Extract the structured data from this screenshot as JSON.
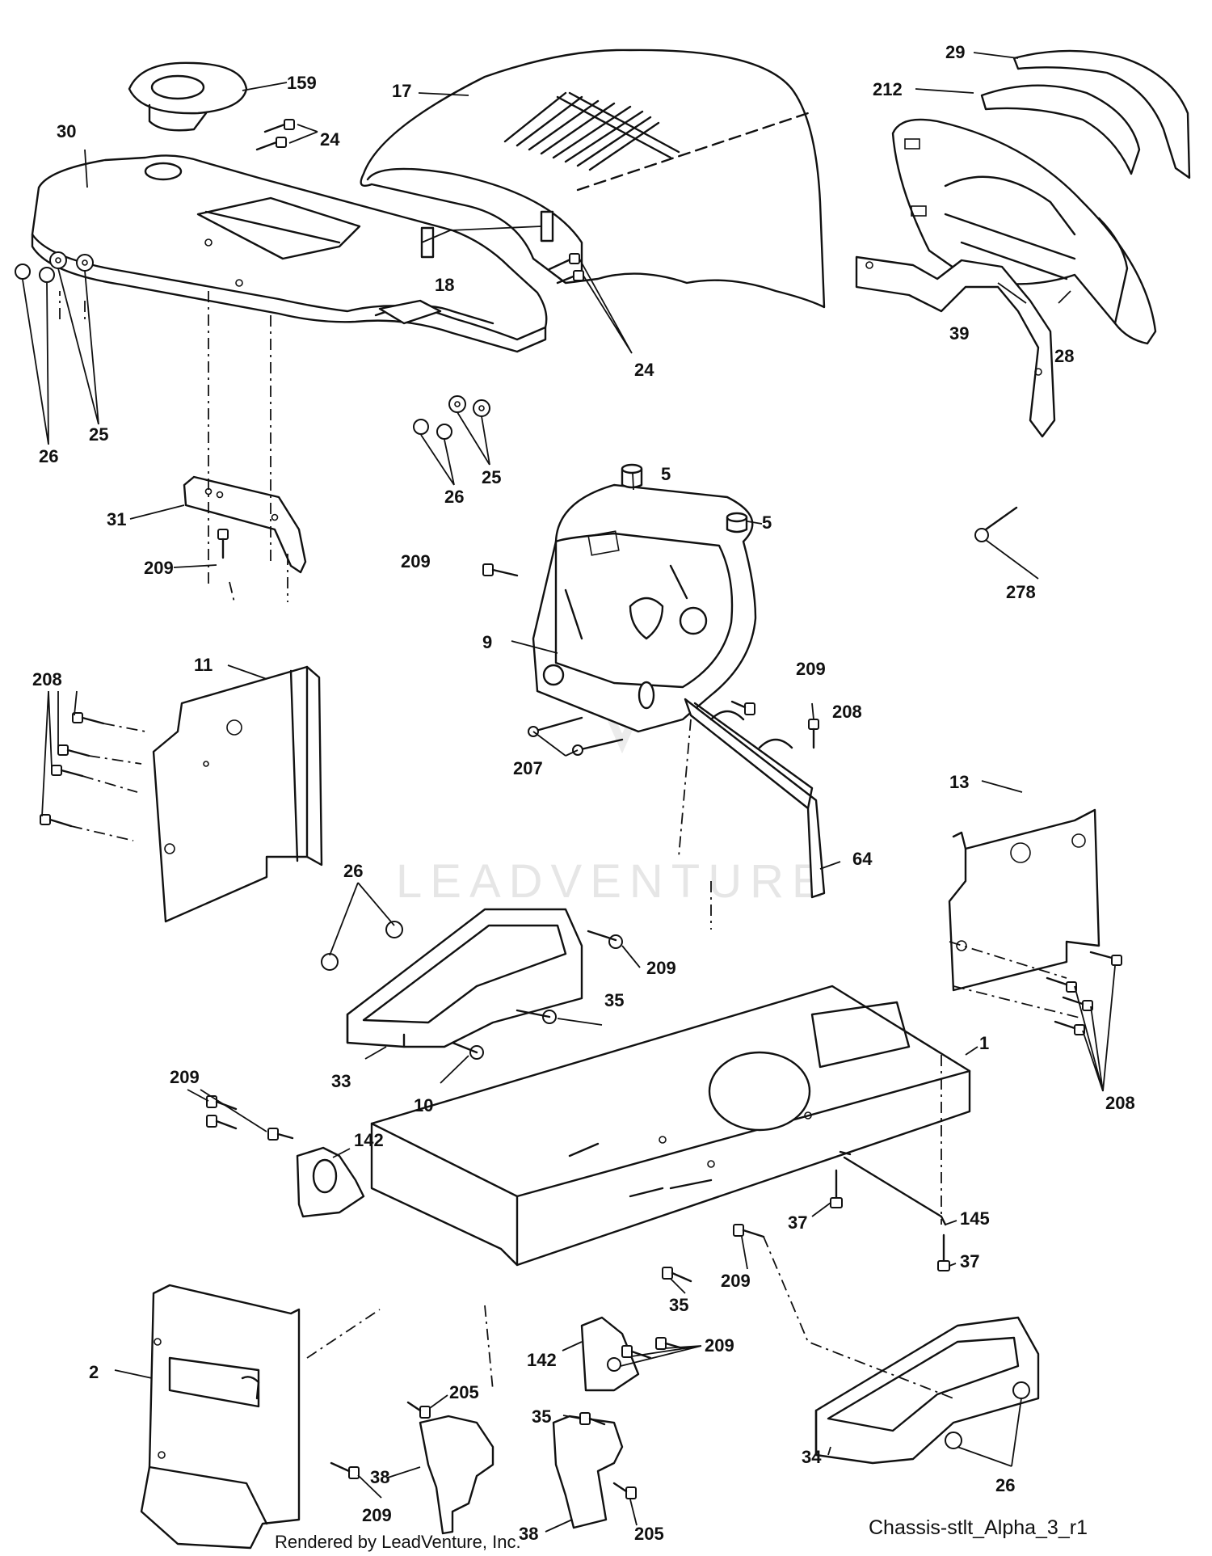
{
  "watermark": "LEADVENTURE",
  "footer": {
    "rendered_by": "Rendered by LeadVenture, Inc.",
    "diagram_id": "Chassis-stlt_Alpha_3_r1"
  },
  "callouts": {
    "c159": "159",
    "c17": "17",
    "c29": "29",
    "c212": "212",
    "c30": "30",
    "c24a": "24",
    "c18": "18",
    "c28": "28",
    "c39": "39",
    "c24b": "24",
    "c26a": "26",
    "c25a": "25",
    "c26b": "26",
    "c25b": "25",
    "c5a": "5",
    "c5b": "5",
    "c31": "31",
    "c209a": "209",
    "c209b": "209",
    "c278": "278",
    "c9": "9",
    "c11": "11",
    "c208a": "208",
    "c209c": "209",
    "c208b": "208",
    "c207": "207",
    "c13": "13",
    "c64": "64",
    "c26c": "26",
    "c209d": "209",
    "c35a": "35",
    "c33": "33",
    "c10": "10",
    "c1": "1",
    "c208c": "208",
    "c209e": "209",
    "c142a": "142",
    "c37a": "37",
    "c145": "145",
    "c37b": "37",
    "c209f": "209",
    "c35b": "35",
    "c142b": "142",
    "c209g": "209",
    "c2": "2",
    "c205a": "205",
    "c35c": "35",
    "c38a": "38",
    "c209h": "209",
    "c34": "34",
    "c26d": "26",
    "c38b": "38",
    "c205b": "205"
  }
}
